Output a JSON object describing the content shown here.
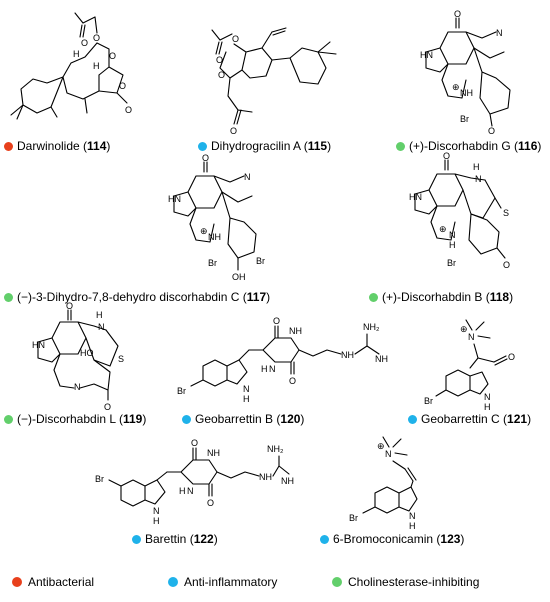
{
  "compounds": [
    {
      "name": "Darwinolide",
      "number": "114",
      "activity": "antibacterial"
    },
    {
      "name": "Dihydrogracilin A",
      "number": "115",
      "activity": "anti-inflammatory"
    },
    {
      "name": "(+)-Discorhabdin G",
      "number": "116",
      "activity": "cholinesterase"
    },
    {
      "name": "(−)-3-Dihydro-7,8-dehydro discorhabdin C",
      "number": "117",
      "activity": "cholinesterase"
    },
    {
      "name": "(+)-Discorhabdin B",
      "number": "118",
      "activity": "cholinesterase"
    },
    {
      "name": "(−)-Discorhabdin L",
      "number": "119",
      "activity": "cholinesterase"
    },
    {
      "name": "Geobarrettin B",
      "number": "120",
      "activity": "anti-inflammatory"
    },
    {
      "name": "Geobarrettin C",
      "number": "121",
      "activity": "anti-inflammatory"
    },
    {
      "name": "Barettin",
      "number": "122",
      "activity": "anti-inflammatory"
    },
    {
      "name": "6-Bromoconicamin",
      "number": "123",
      "activity": "anti-inflammatory"
    }
  ],
  "atom_labels": {
    "O": "O",
    "N": "N",
    "H": "H",
    "HN": "HN",
    "NH": "NH",
    "Br": "Br",
    "S": "S",
    "OH": "OH",
    "HO": "HO",
    "NH2": "NH₂",
    "plus": "⊕"
  },
  "legend": [
    {
      "label": "Antibacterial",
      "color": "#e8401c"
    },
    {
      "label": "Anti-inflammatory",
      "color": "#1fb2ea"
    },
    {
      "label": "Cholinesterase-inhibiting",
      "color": "#62cf6b"
    }
  ],
  "colors": {
    "antibacterial": "#e8401c",
    "anti-inflammatory": "#1fb2ea",
    "cholinesterase": "#62cf6b"
  }
}
